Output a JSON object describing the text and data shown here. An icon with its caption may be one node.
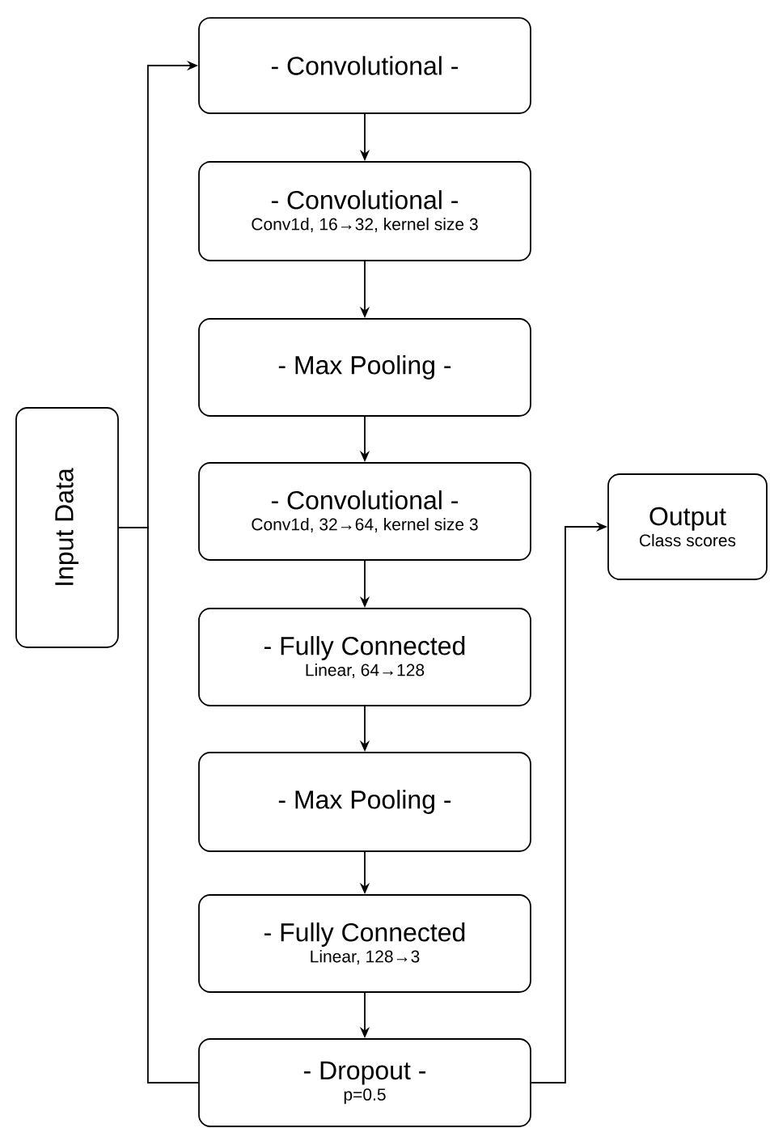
{
  "diagram": {
    "nodes": [
      {
        "text": [
          "Input Data"
        ]
      },
      {
        "text": [
          "- Convolutional -"
        ]
      },
      {
        "text": [
          "- Convolutional -",
          "Conv1d, 16→32, kernel size 3"
        ]
      },
      {
        "text": [
          "- Max Pooling -"
        ]
      },
      {
        "text": [
          "- Convolutional -",
          "Conv1d, 32→64, kernel size 3"
        ]
      },
      {
        "text": [
          "- Fully Connected",
          "Linear, 64→128"
        ]
      },
      {
        "text": [
          "- Max Pooling -"
        ]
      },
      {
        "text": [
          "- Fully Connected",
          "Linear, 128→3"
        ]
      },
      {
        "text": [
          "- Dropout -",
          "p=0.5"
        ]
      },
      {
        "text": [
          "Output",
          "Class scores"
        ]
      }
    ],
    "edges": [
      {
        "from": 0,
        "to": 1,
        "arrow": "to"
      },
      {
        "from": 0,
        "to": 8,
        "arrow": "none"
      },
      {
        "from": 1,
        "to": 2,
        "arrow": "to"
      },
      {
        "from": 2,
        "to": 3,
        "arrow": "to"
      },
      {
        "from": 3,
        "to": 4,
        "arrow": "to"
      },
      {
        "from": 4,
        "to": 5,
        "arrow": "to"
      },
      {
        "from": 5,
        "to": 6,
        "arrow": "to"
      },
      {
        "from": 6,
        "to": 7,
        "arrow": "to"
      },
      {
        "from": 7,
        "to": 8,
        "arrow": "to"
      },
      {
        "from": 8,
        "to": 9,
        "arrow": "to"
      }
    ]
  }
}
